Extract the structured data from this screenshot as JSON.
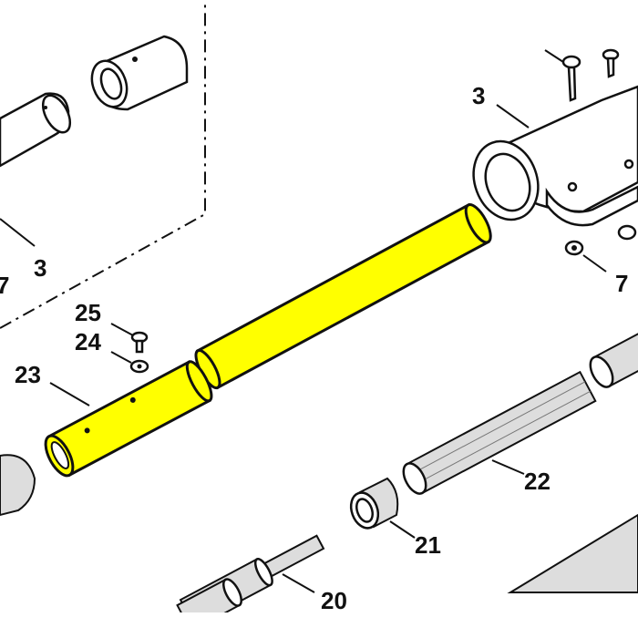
{
  "diagram": {
    "highlight_color": "#ffff00",
    "labels": {
      "housing_top": "3",
      "nut_right": "7",
      "housing_left": "3",
      "nut_left": "7",
      "screw": "25",
      "washer": "24",
      "tube_short": "23",
      "drive_shaft": "22",
      "bushing": "21",
      "shaft_end": "20"
    }
  }
}
